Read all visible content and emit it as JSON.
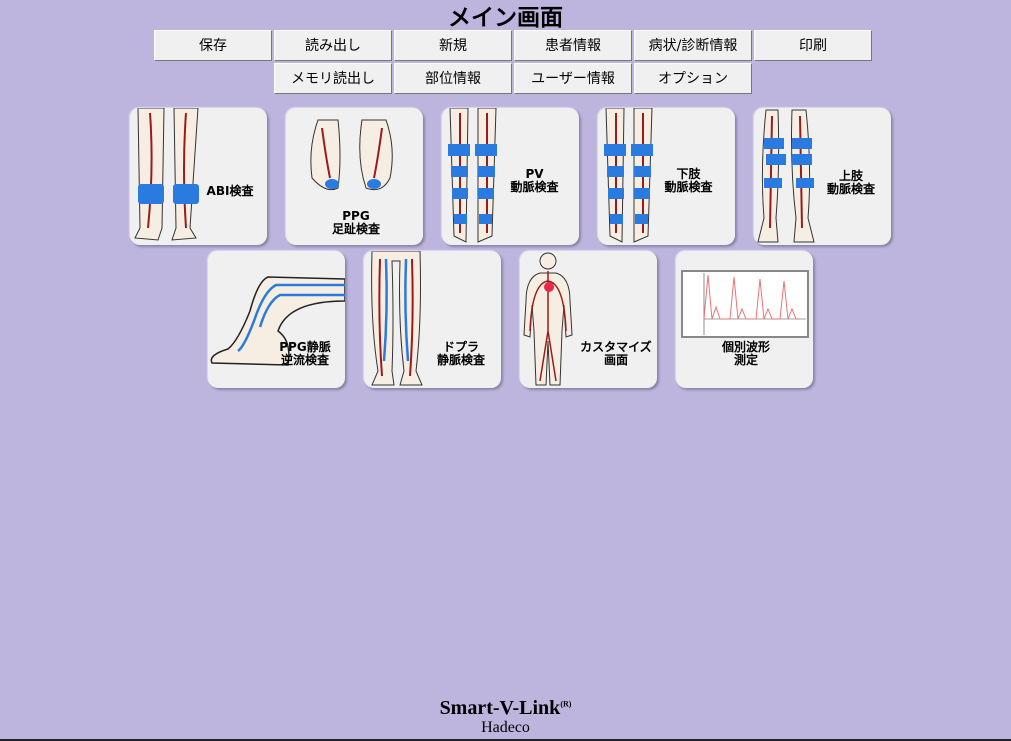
{
  "title": "メイン画面",
  "menu_row1": [
    "保存",
    "読み出し",
    "新規",
    "患者情報",
    "病状/診断情報",
    "印刷"
  ],
  "menu_row2": [
    "メモリ読出し",
    "部位情報",
    "ユーザー情報",
    "オプション"
  ],
  "tiles": [
    {
      "label": "ABI検査"
    },
    {
      "label": "PPG\n足趾検査"
    },
    {
      "label": "PV\n動脈検査"
    },
    {
      "label": "下肢\n動脈検査"
    },
    {
      "label": "上肢\n動脈検査"
    },
    {
      "label": "PPG静脈\n逆流検査"
    },
    {
      "label": "ドプラ\n静脈検査"
    },
    {
      "label": "カスタマイズ\n画面"
    },
    {
      "label": "個別波形\n測定"
    }
  ],
  "footer": {
    "brand": "Smart-V-Link",
    "mark": "(R)",
    "maker": "Hadeco"
  },
  "colors": {
    "background": "#bdb5dd",
    "cuff": "#2a7be0",
    "artery": "#9b1b1b",
    "vein": "#2a7be0"
  }
}
